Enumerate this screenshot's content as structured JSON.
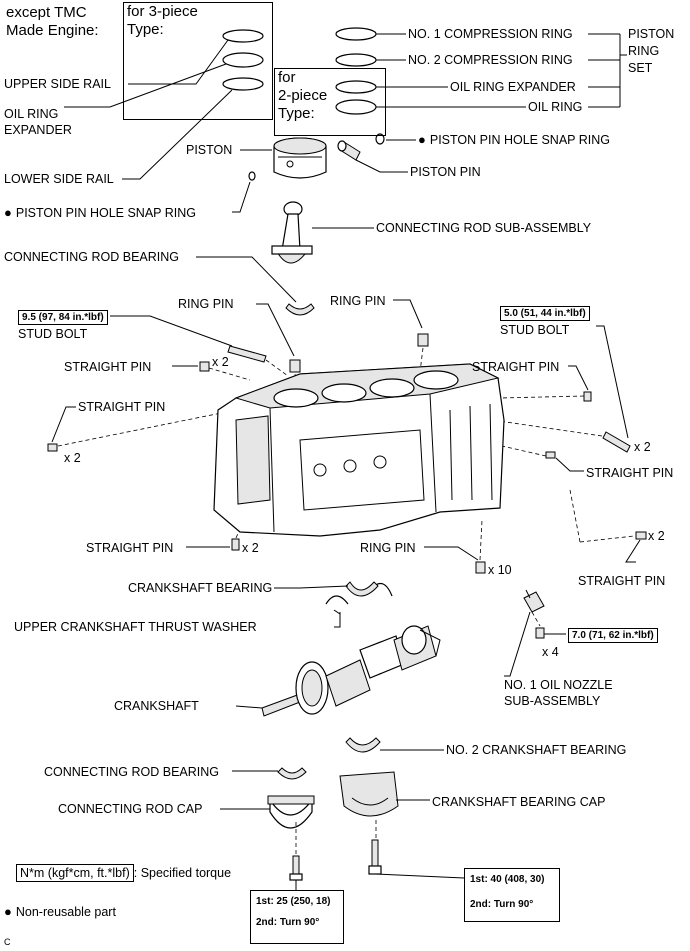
{
  "headers": {
    "except_tmc": "except TMC",
    "made_engine": "Made Engine:",
    "for3_a": "for 3-piece",
    "for3_b": "Type:",
    "for2_a": "for",
    "for2_b": "2-piece",
    "for2_c": "Type:"
  },
  "labels": {
    "no1_comp": "NO. 1 COMPRESSION RING",
    "no2_comp": "NO. 2 COMPRESSION RING",
    "piston_ring_set_1": "PISTON",
    "piston_ring_set_2": "RING",
    "piston_ring_set_3": "SET",
    "oil_ring_expander_2p": "OIL RING EXPANDER",
    "oil_ring": "OIL RING",
    "upper_side_rail": "UPPER SIDE RAIL",
    "oil_ring_expander_3p_1": "OIL RING",
    "oil_ring_expander_3p_2": "EXPANDER",
    "lower_side_rail": "LOWER SIDE RAIL",
    "piston": "PISTON",
    "pin_snap_ring_top": "PISTON PIN HOLE SNAP RING",
    "piston_pin": "PISTON PIN",
    "pin_snap_ring_left": "PISTON PIN HOLE SNAP RING",
    "conn_rod_sub": "CONNECTING ROD SUB-ASSEMBLY",
    "conn_rod_bearing_top": "CONNECTING ROD BEARING",
    "ring_pin_left": "RING PIN",
    "ring_pin_mid": "RING PIN",
    "stud_bolt_left": "STUD BOLT",
    "stud_bolt_right": "STUD BOLT",
    "straight_pin_1": "STRAIGHT PIN",
    "straight_pin_2": "STRAIGHT PIN",
    "straight_pin_3": "STRAIGHT PIN",
    "straight_pin_4": "STRAIGHT PIN",
    "straight_pin_5": "STRAIGHT PIN",
    "straight_pin_6": "STRAIGHT PIN",
    "ring_pin_bottom": "RING PIN",
    "crank_bearing": "CRANKSHAFT BEARING",
    "thrust_washer": "UPPER CRANKSHAFT THRUST WASHER",
    "crankshaft": "CRANKSHAFT",
    "oil_nozzle_1": "NO. 1 OIL NOZZLE",
    "oil_nozzle_2": "SUB-ASSEMBLY",
    "no2_crank_bearing": "NO. 2 CRANKSHAFT BEARING",
    "conn_rod_bearing_bottom": "CONNECTING ROD BEARING",
    "conn_rod_cap": "CONNECTING ROD CAP",
    "crank_bearing_cap": "CRANKSHAFT BEARING CAP",
    "specified_torque": ": Specified torque",
    "non_reusable": "Non-reusable part",
    "corner_c": "C"
  },
  "quantities": {
    "x2_stud": "x 2",
    "x2_pin_left": "x 2",
    "x2_stud_right": "x 2",
    "x2_pin_bottom": "x 2",
    "x10": "x 10",
    "x2_right": "x 2",
    "x4": "x 4"
  },
  "torque": {
    "stud_left": "9.5 (97, 84 in.*lbf)",
    "stud_right": "5.0 (51, 44 in.*lbf)",
    "nozzle": "7.0 (71, 62 in.*lbf)",
    "legend": "N*m (kgf*cm, ft.*lbf)",
    "rod_cap_1": "1st: 25 (250, 18)",
    "rod_cap_2": "2nd: Turn 90°",
    "main_cap_1": "1st: 40 (408, 30)",
    "main_cap_2": "2nd: Turn 90°"
  }
}
